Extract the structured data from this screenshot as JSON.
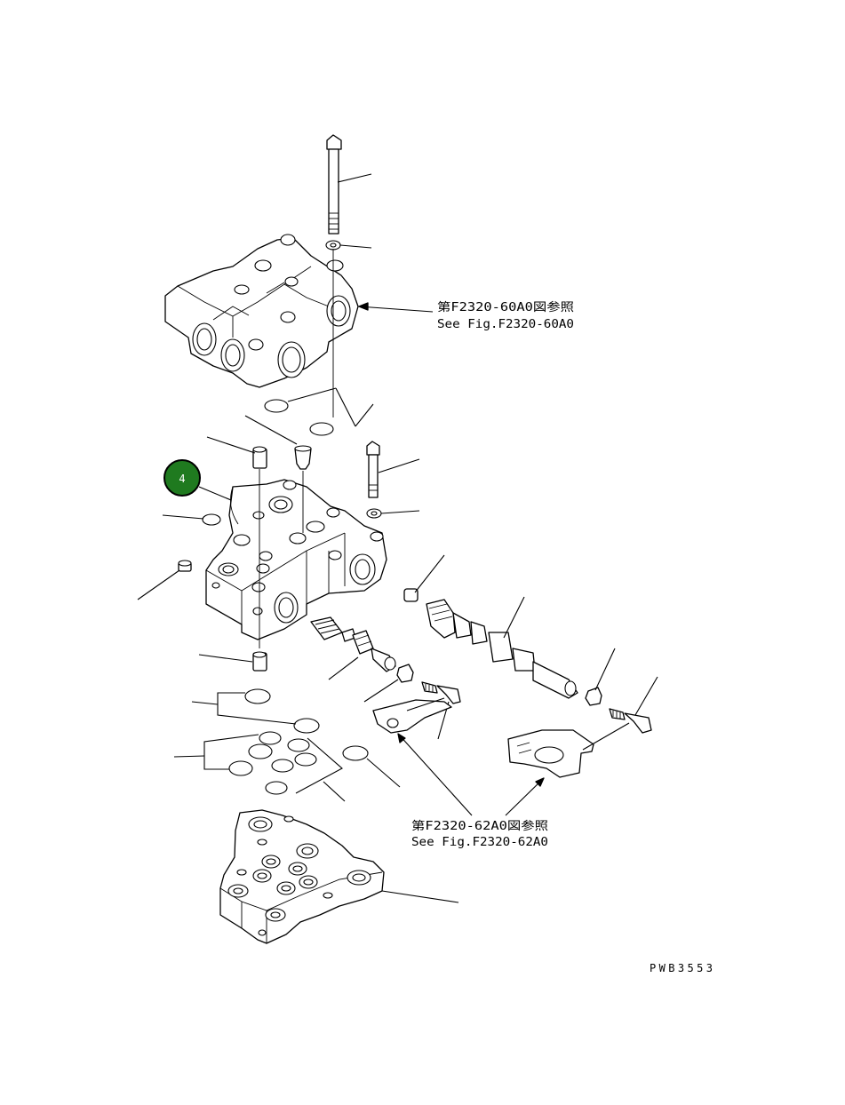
{
  "callouts": [
    {
      "label": "4",
      "color": "#1f7a1f"
    }
  ],
  "references": {
    "upper": {
      "line1": "第F2320-60A0図参照",
      "line2": "See Fig.F2320-60A0"
    },
    "lower": {
      "line1": "第F2320-62A0図参照",
      "line2": "See Fig.F2320-62A0"
    }
  },
  "drawing_number": "PWB3553"
}
